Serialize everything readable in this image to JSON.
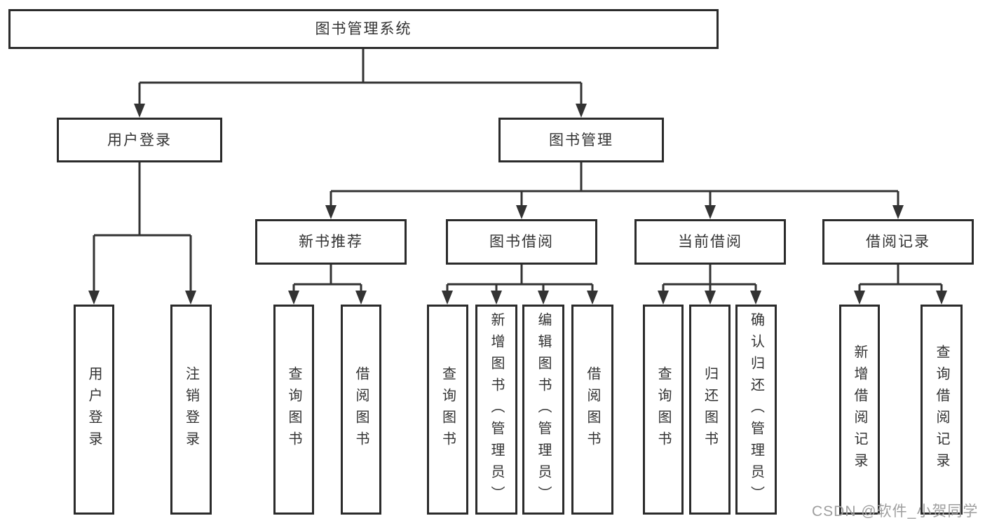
{
  "diagram_title": "图书管理系统",
  "tree": {
    "label": "图书管理系统",
    "children": [
      {
        "label": "用户登录",
        "children": [
          {
            "label": "用户登录"
          },
          {
            "label": "注销登录"
          }
        ]
      },
      {
        "label": "图书管理",
        "children": [
          {
            "label": "新书推荐",
            "children": [
              {
                "label": "查询图书"
              },
              {
                "label": "借阅图书"
              }
            ]
          },
          {
            "label": "图书借阅",
            "children": [
              {
                "label": "查询图书"
              },
              {
                "label": "新增图书（管理员）"
              },
              {
                "label": "编辑图书（管理员）"
              },
              {
                "label": "借阅图书"
              }
            ]
          },
          {
            "label": "当前借阅",
            "children": [
              {
                "label": "查询图书"
              },
              {
                "label": "归还图书"
              },
              {
                "label": "确认归还（管理员）"
              }
            ]
          },
          {
            "label": "借阅记录",
            "children": [
              {
                "label": "新增借阅记录"
              },
              {
                "label": "查询借阅记录"
              }
            ]
          }
        ]
      }
    ]
  },
  "watermark": "CSDN @软件_小贺同学",
  "colors": {
    "line": "#333333",
    "box_border": "#2b2b2b",
    "text": "#333333",
    "watermark": "#9e9e9e",
    "background": "#ffffff"
  }
}
